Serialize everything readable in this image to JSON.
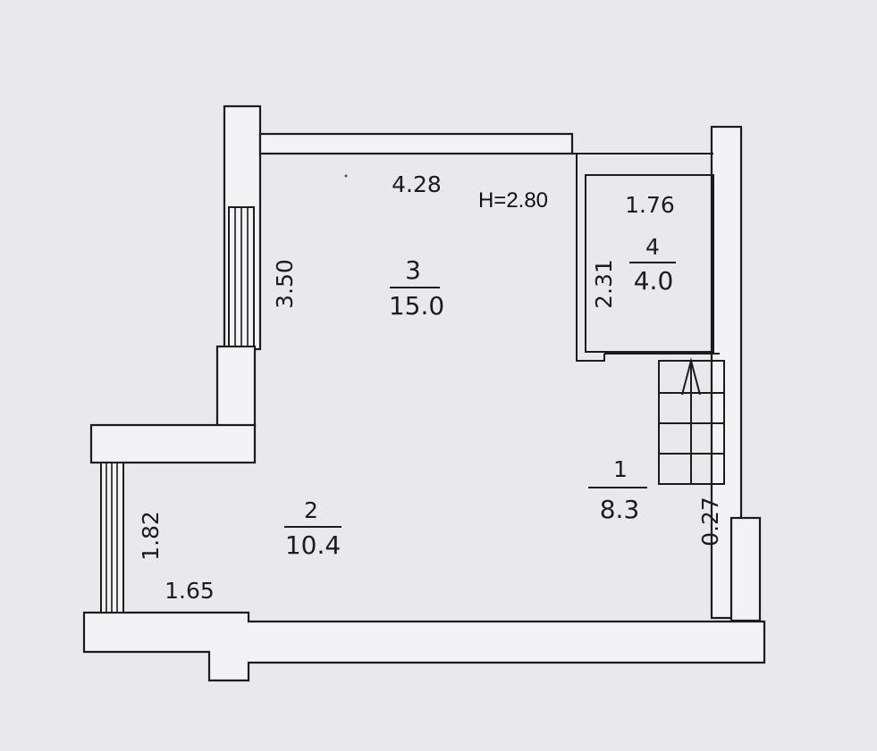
{
  "height_label": "H=2.80",
  "rooms": [
    {
      "id": "room-1",
      "number": "1",
      "area": "8.3"
    },
    {
      "id": "room-2",
      "number": "2",
      "area": "10.4"
    },
    {
      "id": "room-3",
      "number": "3",
      "area": "15.0"
    },
    {
      "id": "room-4",
      "number": "4",
      "area": "4.0"
    }
  ],
  "dimensions": {
    "room3_width": "4.28",
    "room3_depth": "3.50",
    "room4_width": "1.76",
    "room4_depth": "2.31",
    "room2_width": "1.65",
    "room2_depth": "1.82",
    "stair_offset": "0.27"
  }
}
